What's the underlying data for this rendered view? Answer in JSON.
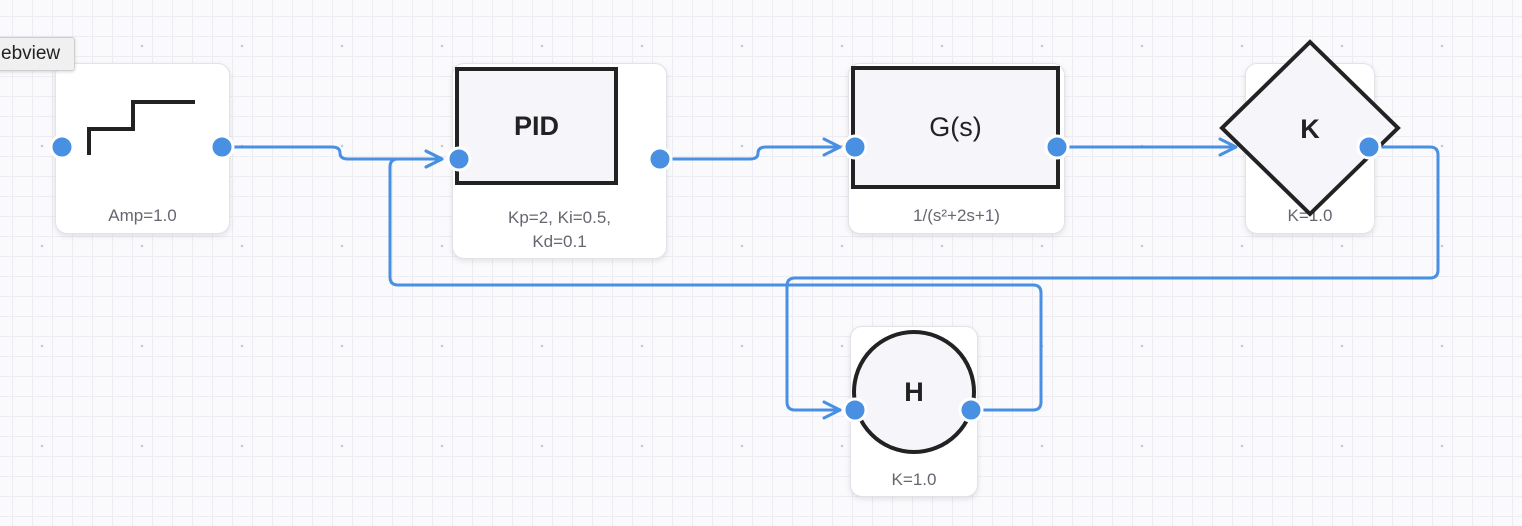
{
  "colors": {
    "wire": "#4a90e2",
    "port": "#4a90e2",
    "stroke": "#222222",
    "node_bg": "#ffffff",
    "label": "#666670"
  },
  "tooltip": {
    "text": "ebview"
  },
  "blocks": {
    "step": {
      "icon": "step-icon",
      "label": "Amp=1.0"
    },
    "pid": {
      "title": "PID",
      "label_line1": "Kp=2, Ki=0.5,",
      "label_line2": "Kd=0.1"
    },
    "plant": {
      "title": "G(s)",
      "label": "1/(s²+2s+1)"
    },
    "gain": {
      "title": "K",
      "label": "K=1.0"
    },
    "feedback": {
      "title": "H",
      "label": "K=1.0"
    }
  }
}
